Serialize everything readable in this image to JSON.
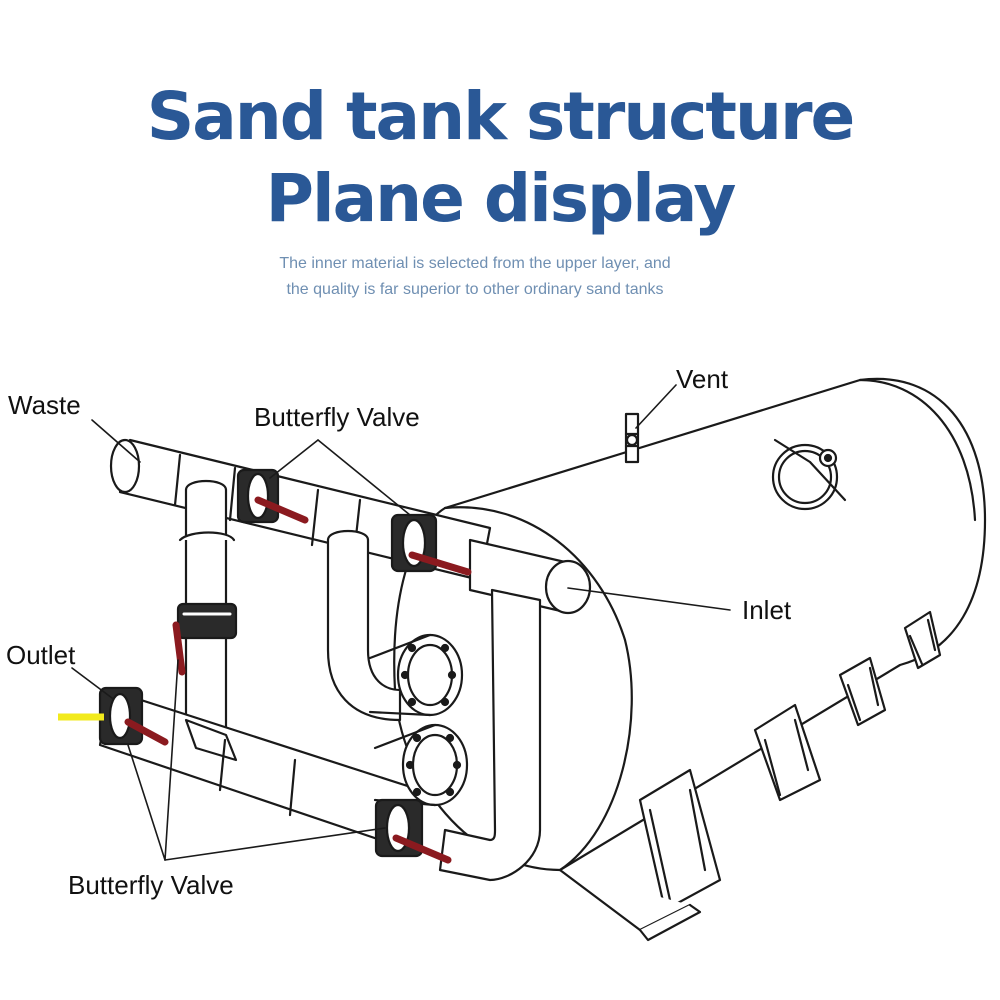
{
  "heading": {
    "line1": "Sand tank structure",
    "line2": "Plane display"
  },
  "subtitle": {
    "line1": "The inner material is selected from the upper layer, and",
    "line2": "the quality is far superior to other ordinary sand tanks"
  },
  "labels": {
    "waste": "Waste",
    "butterfly_valve_top": "Butterfly Valve",
    "vent": "Vent",
    "inlet": "Inlet",
    "outlet": "Outlet",
    "butterfly_valve_bottom": "Butterfly Valve"
  },
  "colors": {
    "title": "#2a5896",
    "subtitle": "#6f8fb2",
    "handle": "#8b1a1f",
    "outlet_marker": "#f2ea1c",
    "line": "#1a1a1a"
  }
}
